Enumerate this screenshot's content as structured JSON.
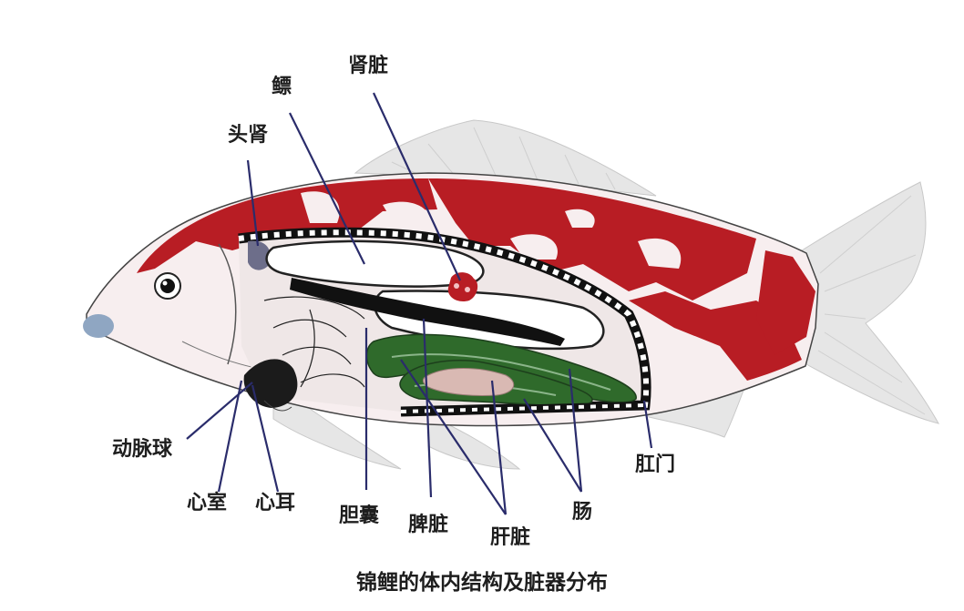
{
  "diagram": {
    "caption": "锦鲤的体内结构及脏器分布",
    "labels": {
      "kidney": "肾脏",
      "swim_bladder": "鳔",
      "head_kidney": "头肾",
      "bulbus_arteriosus": "动脉球",
      "ventricle": "心室",
      "atrium": "心耳",
      "gallbladder": "胆囊",
      "spleen": "脾脏",
      "liver": "肝脏",
      "intestine": "肠",
      "anus": "肛门"
    },
    "colors": {
      "red_pattern": "#b81d24",
      "body": "#f7eeef",
      "fin": "#e6e6e6",
      "intestine": "#2f6a2b",
      "liver": "#d9b9b3",
      "heart": "#1b1b1b",
      "leader_line": "#2a2c6b",
      "snout": "#8fa6c2"
    }
  }
}
